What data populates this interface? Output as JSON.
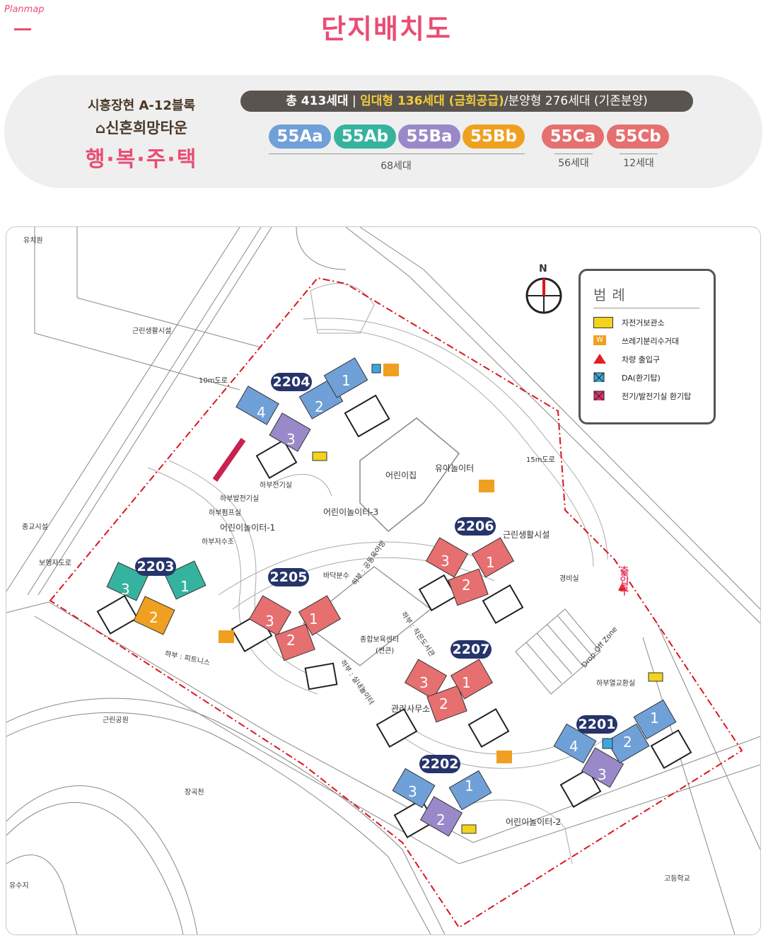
{
  "brand": "Planmap",
  "title": "단지배치도",
  "project": {
    "name": "시흥장현 A-12블록",
    "brand": "신혼희망타운",
    "type": "행·복·주·택"
  },
  "summary": {
    "total": "총 413세대",
    "rent": "임대형 136세대 (금회공급)",
    "sale": "/분양형 276세대 (기존분양)"
  },
  "unit_types": [
    {
      "label": "55Aa",
      "color": "#6fa0d8"
    },
    {
      "label": "55Ab",
      "color": "#36b39e"
    },
    {
      "label": "55Ba",
      "color": "#9a89c9"
    },
    {
      "label": "55Bb",
      "color": "#efa020"
    },
    {
      "label": "55Ca",
      "color": "#e66f70"
    },
    {
      "label": "55Cb",
      "color": "#e66f70"
    }
  ],
  "unit_counts": {
    "group_a": "68세대",
    "ca": "56세대",
    "cb": "12세대"
  },
  "legend": {
    "title": "범례",
    "items": [
      {
        "icon": "bicycle-icon",
        "label": "자전거보관소",
        "color": "#f3d31c"
      },
      {
        "icon": "w-icon",
        "label": "쓰레기분리수거대",
        "color": "#efa020"
      },
      {
        "icon": "triangle-icon",
        "label": "차량 출입구",
        "color": "#e02020"
      },
      {
        "icon": "da-icon",
        "label": "DA(환기탑)",
        "color": "#3aa7d8"
      },
      {
        "icon": "vent-icon",
        "label": "전기/발전기실 환기탑",
        "color": "#e0306a"
      }
    ]
  },
  "compass": "N",
  "entrance": "출입구",
  "buildings": [
    {
      "id": "2204",
      "units": [
        "1",
        "2",
        "3",
        "4"
      ]
    },
    {
      "id": "2203",
      "units": [
        "1",
        "2",
        "3"
      ]
    },
    {
      "id": "2205",
      "units": [
        "1",
        "2",
        "3"
      ]
    },
    {
      "id": "2206",
      "units": [
        "1",
        "2",
        "3"
      ]
    },
    {
      "id": "2207",
      "units": [
        "1",
        "2",
        "3"
      ]
    },
    {
      "id": "2201",
      "units": [
        "1",
        "2",
        "3",
        "4"
      ]
    },
    {
      "id": "2202",
      "units": [
        "1",
        "2",
        "3"
      ]
    }
  ],
  "facilities": {
    "kindergarten": "유치원",
    "neighborhood1": "근린생활시설",
    "road10": "10m도로",
    "religious": "종교시설",
    "pedestrian": "보행자도로",
    "park": "근린공원",
    "stream": "장곡천",
    "reservoir": "유수지",
    "highschool": "고등학교",
    "road15": "15m도로",
    "daycare": "어린이집",
    "toddler_play": "유아놀이터",
    "play3": "어린이놀이터-3",
    "gen_room": "하부발전기실",
    "elec_room": "하부전기실",
    "pump_room": "하부펌프실",
    "play1": "어린이놀이터-1",
    "water_tank": "하부저수조",
    "fountain": "바닥분수",
    "public_kitchen": "하부 : 공동육아방",
    "small_library": "하부 : 작은도서관",
    "care_center": "종합보육센터",
    "care_center_sub": "(썬큰)",
    "fitness": "하부 : 피트니스",
    "indoor_play": "하부 : 실내놀이터",
    "mgmt_office": "관리사무소",
    "neighborhood2": "근린생활시설",
    "guard": "경비실",
    "dropoff": "Drop-Off Zone",
    "heat_room": "하부열교환실",
    "play2": "어린이놀이터-2"
  }
}
